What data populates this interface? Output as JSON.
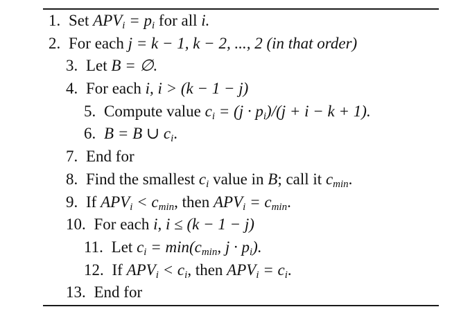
{
  "lines": [
    {
      "num": "1.",
      "pre": "Set",
      "expr": "APV",
      "sub": "i",
      "rest": "= p",
      "rest_sub": "i",
      "post": "for all",
      "tail": "i."
    },
    {
      "num": "2.",
      "pre": "For each",
      "expr": "j",
      "rest": "= k − 1, k − 2, ..., 2 (in that order)"
    },
    {
      "num": "3.",
      "pre": "Let",
      "expr": "B",
      "rest": "= ∅."
    },
    {
      "num": "4.",
      "pre": "For each",
      "expr": "i,",
      "rest": "i > (k − 1 − j)"
    },
    {
      "num": "5.",
      "pre": "Compute value",
      "expr": "c",
      "sub": "i",
      "rest": "= (j · p",
      "rest_sub": "i",
      "post": ")/(j + i − k + 1)."
    },
    {
      "num": "6.",
      "expr": "B",
      "rest": "= B ∪ c",
      "rest_sub": "i",
      "post": "."
    },
    {
      "num": "7.",
      "pre": "End for"
    },
    {
      "num": "8.",
      "pre": "Find the smallest",
      "expr": "c",
      "sub": "i",
      "rest": "value in",
      "tail": "B",
      "post": "; call it",
      "end": "c",
      "end_sub": "min",
      "final": "."
    },
    {
      "num": "9.",
      "pre": "If",
      "expr": "APV",
      "sub": "i",
      "rest": "< c",
      "rest_sub": "min",
      "post": ", then",
      "tail": "APV",
      "tail_sub": "i",
      "end": "= c",
      "end_sub": "min",
      "final": "."
    },
    {
      "num": "10.",
      "pre": "For each",
      "expr": "i,",
      "rest": "i ≤ (k − 1 − j)"
    },
    {
      "num": "11.",
      "pre": "Let",
      "expr": "c",
      "sub": "i",
      "rest": "= min(c",
      "rest_sub": "min",
      "post": ", j · p",
      "tail_sub": "i",
      "final": ")."
    },
    {
      "num": "12.",
      "pre": "If",
      "expr": "APV",
      "sub": "i",
      "rest": "< c",
      "rest_sub": "i",
      "post": ", then",
      "tail": "APV",
      "tail_sub": "i",
      "end": "= c",
      "end_sub": "i",
      "final": "."
    },
    {
      "num": "13.",
      "pre": "End for"
    }
  ]
}
